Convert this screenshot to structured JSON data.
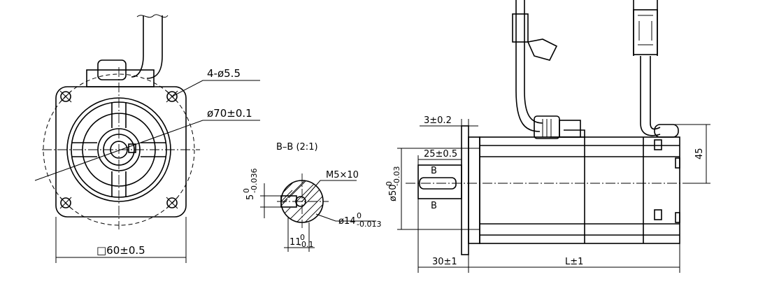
{
  "front_view": {
    "dim_holes": "4-ø5.5",
    "dim_pcd": "ø70±0.1",
    "dim_flange": "□60±0.5"
  },
  "section_view": {
    "title": "B–B (2:1)",
    "dim_thread": "M5×10",
    "dim_key_main": "5",
    "dim_key_tol": "-0.036",
    "dim_key_tol_upper": "0",
    "dim_shaft_main": "ø14",
    "dim_shaft_tol": "-0.013",
    "dim_shaft_tol_upper": "0",
    "dim_key_depth_main": "11",
    "dim_key_depth_tol": "-0.1",
    "dim_key_depth_tol_upper": "0"
  },
  "side_view": {
    "dim_flange_thickness": "3±0.2",
    "dim_key_length": "25±0.5",
    "dim_spigot_main": "ø50",
    "dim_spigot_tol": "-0.03",
    "dim_spigot_tol_upper": "0",
    "dim_height": "45",
    "dim_shaft_length": "30±1",
    "dim_body_length": "L±1",
    "section_mark_top": "B",
    "section_mark_bottom": "B"
  }
}
